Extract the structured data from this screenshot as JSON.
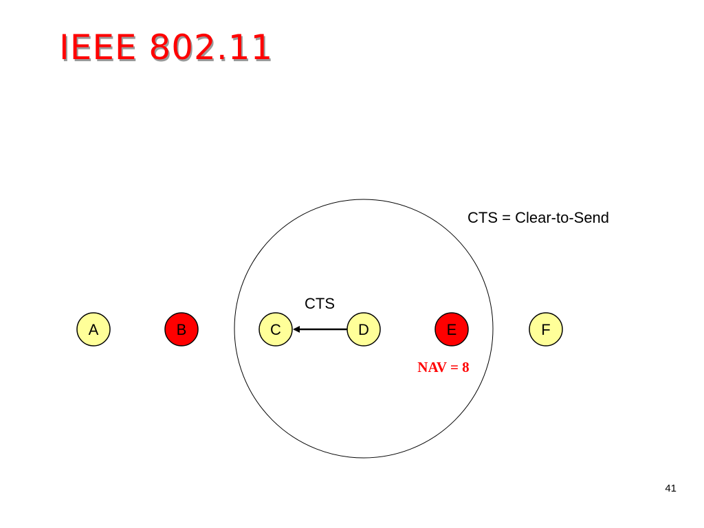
{
  "slide": {
    "title": "IEEE 802.11",
    "page_number": "41"
  },
  "legend": {
    "text": "CTS = Clear-to-Send"
  },
  "message": {
    "label": "CTS",
    "from": "D",
    "to": "C"
  },
  "nav": {
    "text": "NAV = 8"
  },
  "nodes": [
    {
      "label": "A",
      "state": "idle"
    },
    {
      "label": "B",
      "state": "blocked"
    },
    {
      "label": "C",
      "state": "idle"
    },
    {
      "label": "D",
      "state": "idle"
    },
    {
      "label": "E",
      "state": "blocked"
    },
    {
      "label": "F",
      "state": "idle"
    }
  ],
  "colors": {
    "title": "#ff0000",
    "node_idle": "#ffff99",
    "node_blocked": "#ff0000",
    "nav_text": "#ff0000",
    "range_circle": "#000000"
  }
}
